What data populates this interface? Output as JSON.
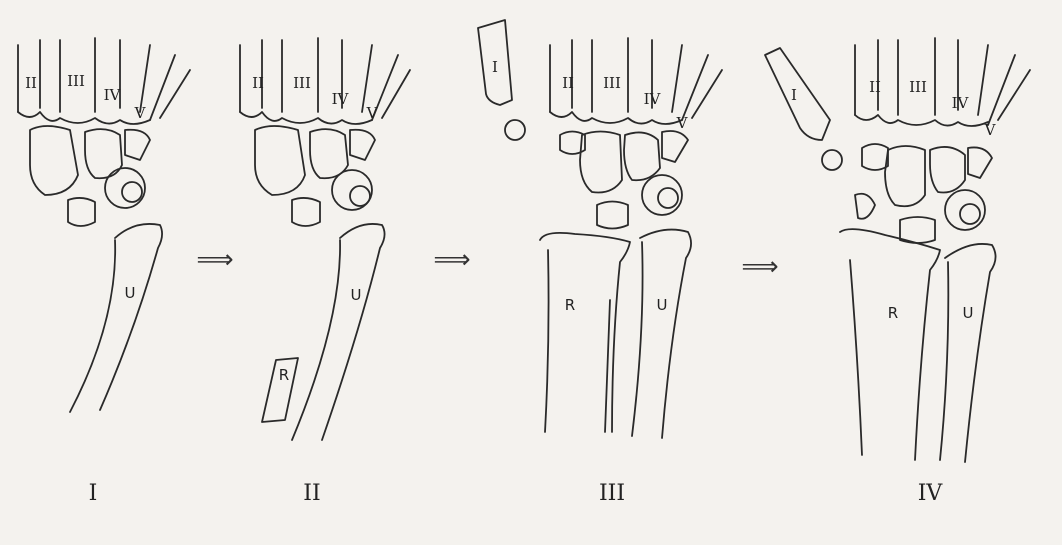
{
  "stages": [
    {
      "id": "I",
      "metacarpals": [
        "II",
        "III",
        "IV",
        "V"
      ],
      "bones": [
        "U"
      ]
    },
    {
      "id": "II",
      "metacarpals": [
        "II",
        "III",
        "IV",
        "V"
      ],
      "bones": [
        "U",
        "R"
      ]
    },
    {
      "id": "III",
      "metacarpals": [
        "I",
        "II",
        "III",
        "IV",
        "V"
      ],
      "bones": [
        "R",
        "U"
      ]
    },
    {
      "id": "IV",
      "metacarpals": [
        "I",
        "II",
        "III",
        "IV",
        "V"
      ],
      "bones": [
        "R",
        "U"
      ]
    }
  ],
  "arrow_symbol": "⟹"
}
